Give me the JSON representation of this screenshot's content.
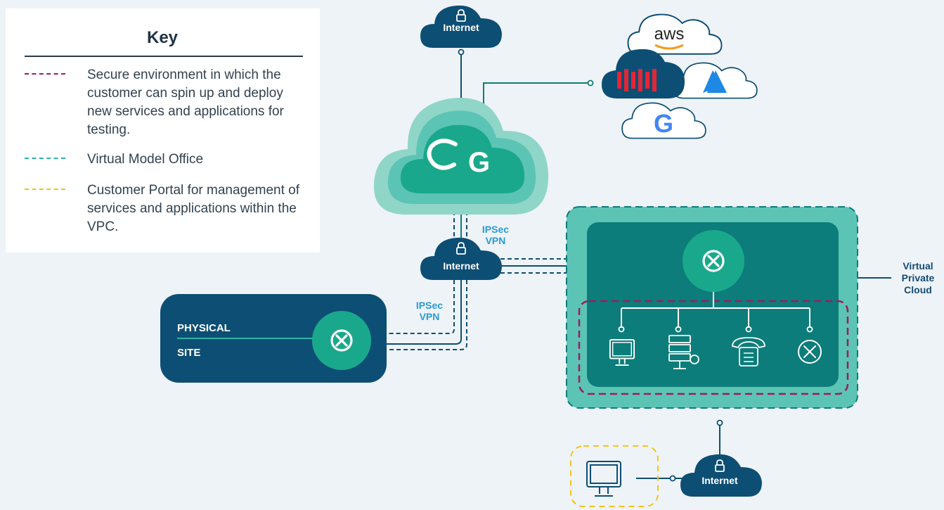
{
  "key": {
    "title": "Key",
    "items": [
      {
        "text": "Secure environment in which the customer can spin up and deploy new services and applications for testing.",
        "color": "#9c1c5e"
      },
      {
        "text": "Virtual Model Office",
        "color": "#2bb3a5"
      },
      {
        "text": "Customer Portal for management of services and applications within the VPC.",
        "color": "#f2c41a"
      }
    ]
  },
  "diagram": {
    "internet_label": "Internet",
    "ipsec_top": {
      "line1": "IPSec",
      "line2": "VPN"
    },
    "ipsec_bottom": {
      "line1": "IPSec",
      "line2": "VPN"
    },
    "physical_site": {
      "line1": "PHYSICAL",
      "line2": "SITE"
    },
    "vpc_label": {
      "line1": "Virtual",
      "line2": "Private",
      "line3": "Cloud"
    },
    "aws_text": "aws",
    "google_text": "G"
  },
  "colors": {
    "navy": "#0d4e74",
    "teal_dark": "#0c7d7a",
    "teal_light": "#5cc4b5",
    "green_node": "#1aa88c",
    "background": "#eef3f8"
  },
  "icons": [
    "lock-icon",
    "cloudgateway-logo",
    "aws-logo",
    "equinix-logo",
    "azure-logo",
    "google-logo",
    "network-node-icon",
    "monitor-icon",
    "server-icon",
    "telephone-icon"
  ]
}
